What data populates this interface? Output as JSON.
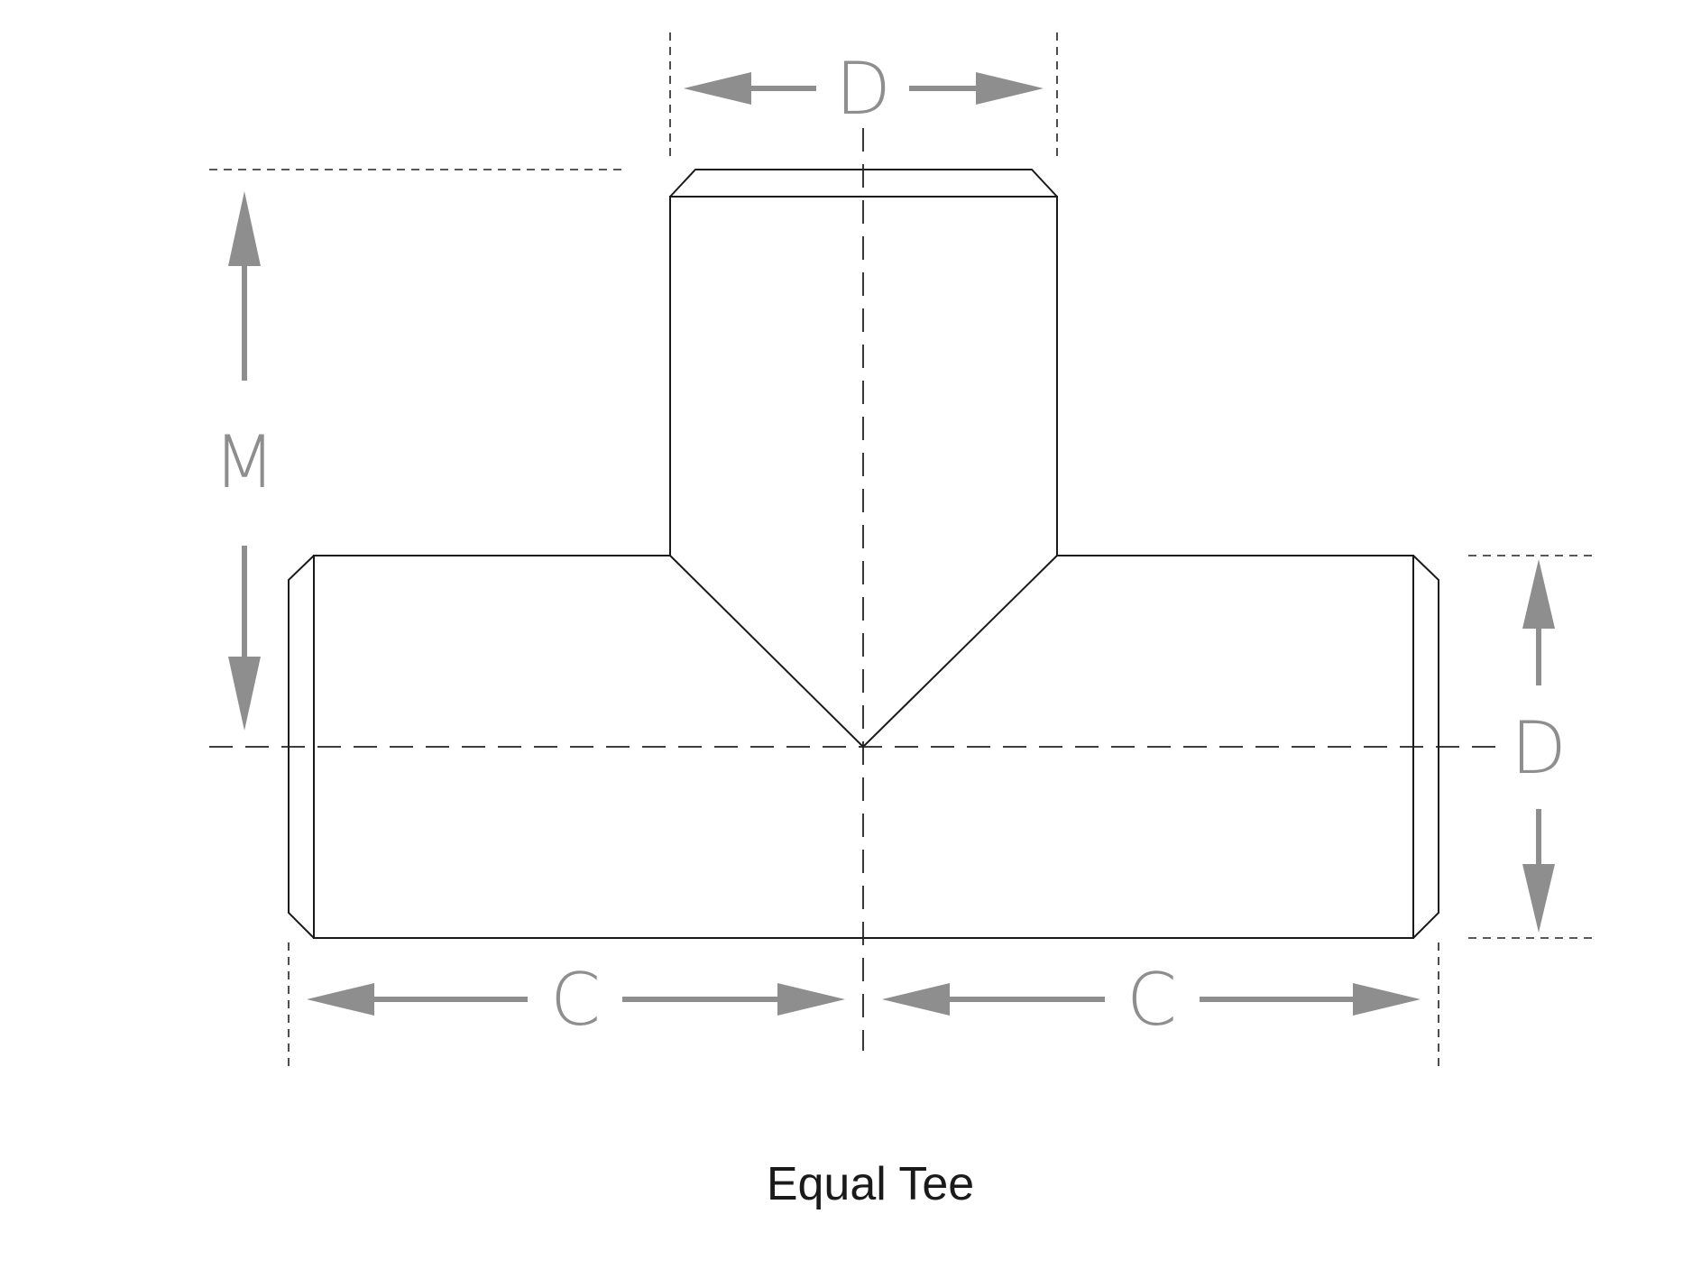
{
  "diagram": {
    "caption": "Equal Tee",
    "dimensions": {
      "branch_diameter": "D",
      "run_diameter": "D",
      "center_to_end_left": "C",
      "center_to_end_right": "C",
      "center_to_branch_end": "M"
    },
    "colors": {
      "outline": "#1a1a1a",
      "dimension": "#8e8e8e",
      "background": "#ffffff"
    }
  }
}
